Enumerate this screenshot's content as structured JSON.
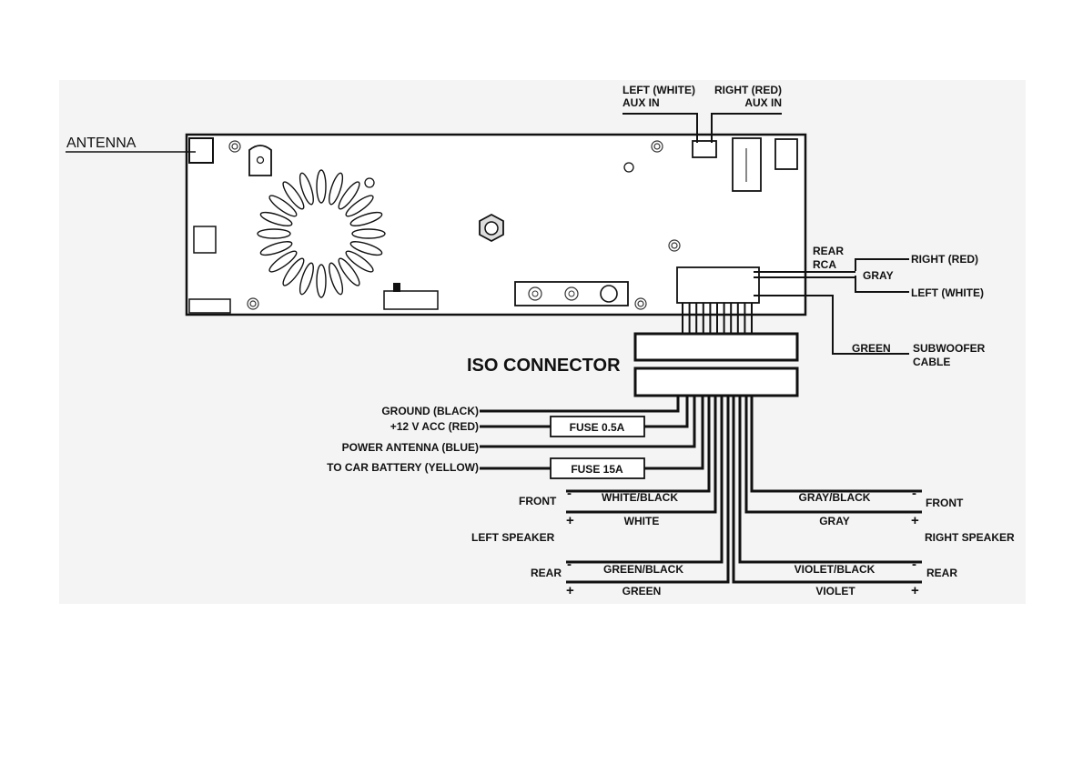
{
  "labels": {
    "antenna": "ANTENNA",
    "aux_left_line1": "LEFT (WHITE)",
    "aux_left_line2": "AUX IN",
    "aux_right_line1": "RIGHT (RED)",
    "aux_right_line2": "AUX IN",
    "rear_rca_line1": "REAR",
    "rear_rca_line2": "RCA",
    "gray": "GRAY",
    "rca_right": "RIGHT (RED)",
    "rca_left": "LEFT (WHITE)",
    "green": "GREEN",
    "subwoofer_line1": "SUBWOOFER",
    "subwoofer_line2": "CABLE",
    "iso_connector": "ISO CONNECTOR",
    "ground": "GROUND (BLACK)",
    "acc": "+12 V ACC (RED)",
    "power_antenna": "POWER ANTENNA (BLUE)",
    "battery": "TO CAR BATTERY (YELLOW)",
    "fuse_small": "FUSE 0.5A",
    "fuse_large": "FUSE 15A",
    "front_left": "FRONT",
    "left_speaker": "LEFT SPEAKER",
    "rear_left": "REAR",
    "white_black": "WHITE/BLACK",
    "white": "WHITE",
    "green_black": "GREEN/BLACK",
    "green_wire": "GREEN",
    "gray_black": "GRAY/BLACK",
    "gray_wire": "GRAY",
    "violet_black": "VIOLET/BLACK",
    "violet": "VIOLET",
    "front_right": "FRONT",
    "right_speaker": "RIGHT SPEAKER",
    "rear_right": "REAR",
    "minus": "-",
    "plus": "+"
  }
}
